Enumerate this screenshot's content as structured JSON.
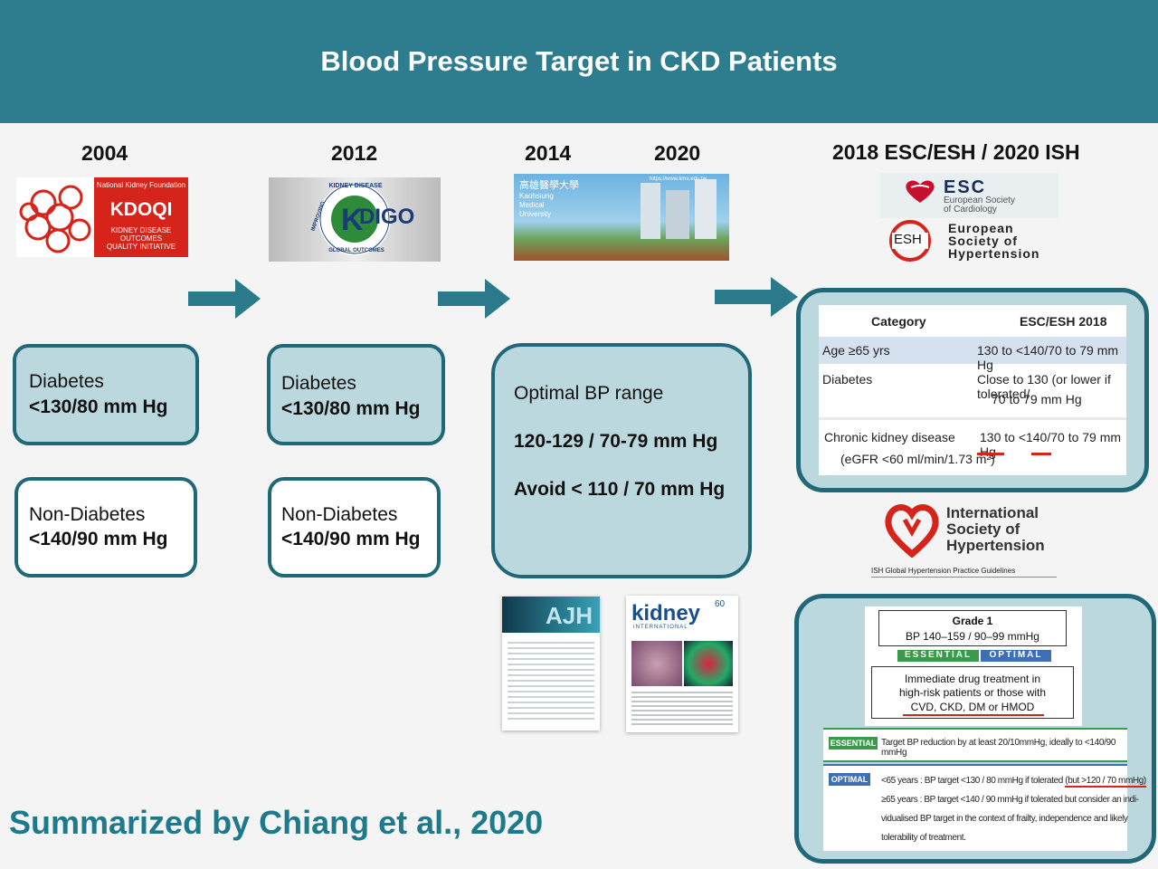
{
  "title": "Blood Pressure Target in CKD Patients",
  "years": {
    "y2004": "2004",
    "y2012": "2012",
    "y2014": "2014",
    "y2020": "2020",
    "esc": "2018 ESC/ESH / 2020 ISH"
  },
  "logos": {
    "kdoqi": {
      "foundation": "National Kidney Foundation",
      "name": "KDOQI",
      "sub1": "KIDNEY DISEASE",
      "sub2": "OUTCOMES",
      "sub3": "QUALITY INITIATIVE"
    },
    "kdigo": {
      "name": "DIGO",
      "ring_top": "KIDNEY DISEASE",
      "ring_left": "IMPROVING",
      "ring_bottom": "GLOBAL OUTCOMES"
    },
    "kmu": {
      "chinese": "高雄醫學大學",
      "line1": "Kaohsiung",
      "line2": "Medical",
      "line3": "University",
      "url": "https://www.kmu.edu.tw"
    },
    "esc": {
      "abbr": "ESC",
      "line1": "European Society",
      "line2": "of Cardiology"
    },
    "esh": {
      "abbr": "ESH",
      "line1": "European",
      "line2": "Society of",
      "line3": "Hypertension"
    },
    "ish": {
      "line1": "International",
      "line2": "Society of",
      "line3": "Hypertension",
      "caption": "ISH Global Hypertension Practice Guidelines"
    },
    "ajh": "AJH",
    "kidney": {
      "name": "kidney",
      "sub": "INTERNATIONAL",
      "badge": "60"
    }
  },
  "boxes": {
    "kdoqi_diabetes": {
      "line1": "Diabetes",
      "line2": "<130/80 mm Hg"
    },
    "kdoqi_nondiabetes": {
      "line1": "Non-Diabetes",
      "line2": "<140/90 mm Hg"
    },
    "kdigo_diabetes": {
      "line1": "Diabetes",
      "line2": "<130/80 mm Hg"
    },
    "kdigo_nondiabetes": {
      "line1": "Non-Diabetes",
      "line2": "<140/90 mm Hg"
    },
    "optimal": {
      "line1": "Optimal BP range",
      "line2": "120-129 / 70-79 mm Hg",
      "line3": "Avoid < 110 / 70 mm Hg"
    }
  },
  "esc_table": {
    "header": [
      "Category",
      "ESC/ESH 2018"
    ],
    "rows": [
      [
        "Age ≥65 yrs",
        "130 to <140/70 to 79 mm Hg"
      ],
      [
        "Diabetes",
        "Close to 130 (or lower if tolerated/",
        "70 to 79 mm Hg"
      ],
      [
        "Chronic kidney disease",
        "(eGFR <60 ml/min/1.73 m²)",
        "130 to <140/70 to 79 mm Hg"
      ]
    ]
  },
  "ish_panel": {
    "grade_title": "Grade 1",
    "grade_range": "BP 140–159 / 90–99 mmHg",
    "essential_tag": "ESSENTIAL",
    "optimal_tag": "OPTIMAL",
    "treat_line1": "Immediate drug treatment in",
    "treat_line2": "high-risk patients or those with",
    "treat_line3": "CVD, CKD, DM or HMOD",
    "essential_label": "ESSENTIAL",
    "essential_text": "Target BP reduction by at least 20/10mmHg, ideally to <140/90 mmHg",
    "optimal_label": "OPTIMAL",
    "opt_line1a": "<65 years : BP target <130 / 80 mmHg if tolerated ",
    "opt_line1b": "(but >120 / 70 mmHg)",
    "opt_line2": "≥65 years : BP target <140 / 90 mmHg if tolerated but consider an indi-",
    "opt_line3": "vidualised BP target in the context of frailty, independence and likely",
    "opt_line4": "tolerability of treatment."
  },
  "footer": "Summarized by Chiang et al., 2020",
  "colors": {
    "banner": "#2e7d8e",
    "accent": "#1f6878",
    "box_fill": "#bcd8df",
    "red": "#d6241b",
    "footer": "#1c7a8c"
  }
}
